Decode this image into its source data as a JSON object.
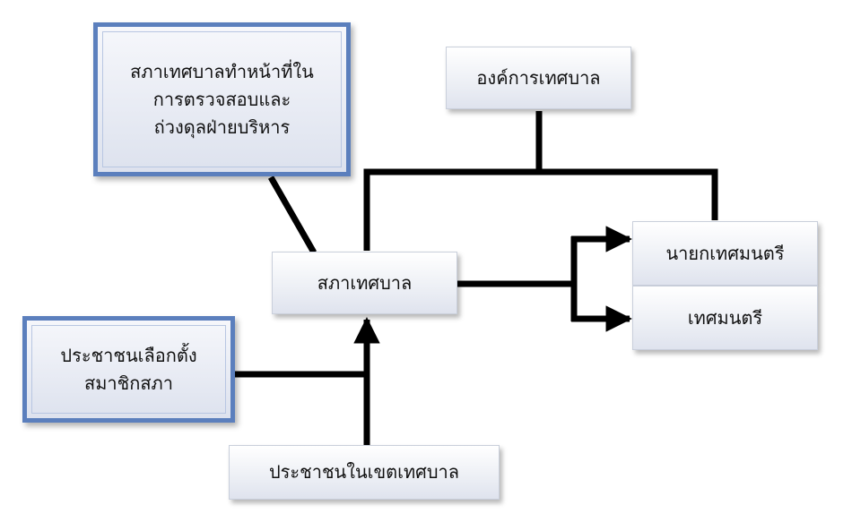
{
  "nodes": {
    "council_duty": {
      "lines": [
        "สภาเทศบาลทำหน้าที่ใน",
        "การตรวจสอบและ",
        "ถ่วงดุลฝ่ายบริหาร"
      ]
    },
    "municipal_org": {
      "label": "องค์การเทศบาล"
    },
    "council": {
      "label": "สภาเทศบาล"
    },
    "mayor": {
      "label": "นายกเทศมนตรี"
    },
    "councillor": {
      "label": "เทศมนตรี"
    },
    "citizens_elect": {
      "lines": [
        "ประชาชนเลือกตั้ง",
        "สมาชิกสภา"
      ]
    },
    "citizens_area": {
      "label": "ประชาชนในเขตเทศบาล"
    }
  }
}
